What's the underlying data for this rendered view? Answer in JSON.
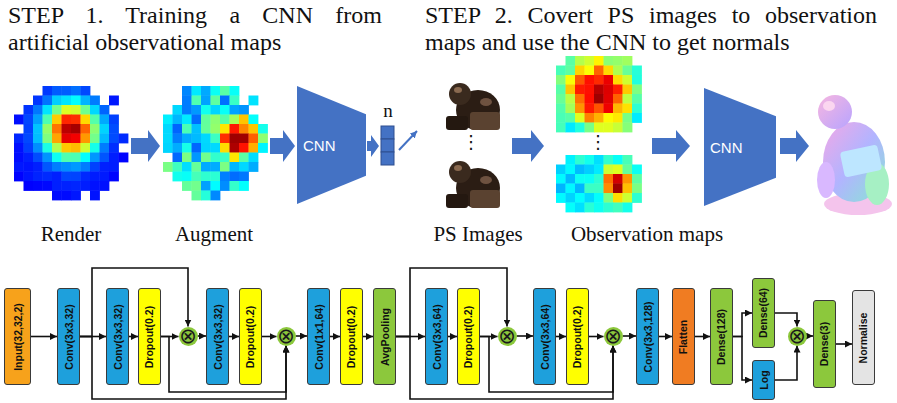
{
  "diagram": {
    "nodes": [
      {
        "text": [
          "CNN"
        ]
      },
      {
        "text": [
          "CNN"
        ]
      },
      {
        "text": [
          "Input(32,32,2)"
        ]
      },
      {
        "text": [
          "Conv(3x3,32)"
        ]
      },
      {
        "text": [
          "Conv(3x3,32)"
        ]
      },
      {
        "text": [
          "Dropout(0.2)"
        ]
      },
      {
        "text": [
          "⊗"
        ]
      },
      {
        "text": [
          "Conv(3x3,32)"
        ]
      },
      {
        "text": [
          "Dropout(0.2)"
        ]
      },
      {
        "text": [
          "⊗"
        ]
      },
      {
        "text": [
          "Conv(1x1,64)"
        ]
      },
      {
        "text": [
          "Dropout(0.2)"
        ]
      },
      {
        "text": [
          "AvgPooling"
        ]
      },
      {
        "text": [
          "Conv(3x3,64)"
        ]
      },
      {
        "text": [
          "Dropout(0.2)"
        ]
      },
      {
        "text": [
          "⊗"
        ]
      },
      {
        "text": [
          "Conv(3x3,64)"
        ]
      },
      {
        "text": [
          "Dropout(0.2)"
        ]
      },
      {
        "text": [
          "⊗"
        ]
      },
      {
        "text": [
          "Conv(3x3,128)"
        ]
      },
      {
        "text": [
          "Flatten"
        ]
      },
      {
        "text": [
          "Dense(128)"
        ]
      },
      {
        "text": [
          "Dense(64)"
        ]
      },
      {
        "text": [
          "Log"
        ]
      },
      {
        "text": [
          "⊗"
        ]
      },
      {
        "text": [
          "Dense(3)"
        ]
      },
      {
        "text": [
          "Normalise"
        ]
      }
    ],
    "edges": [
      {
        "from": 2,
        "to": 3,
        "arrow": "to"
      },
      {
        "from": 3,
        "to": 4,
        "arrow": "to"
      },
      {
        "from": 4,
        "to": 5,
        "arrow": "to"
      },
      {
        "from": 5,
        "to": 6,
        "arrow": "to"
      },
      {
        "from": 3,
        "to": 6,
        "arrow": "to"
      },
      {
        "from": 6,
        "to": 7,
        "arrow": "to"
      },
      {
        "from": 7,
        "to": 8,
        "arrow": "to"
      },
      {
        "from": 8,
        "to": 9,
        "arrow": "to"
      },
      {
        "from": 3,
        "to": 9,
        "arrow": "to"
      },
      {
        "from": 5,
        "to": 9,
        "arrow": "to"
      },
      {
        "from": 9,
        "to": 10,
        "arrow": "to"
      },
      {
        "from": 10,
        "to": 11,
        "arrow": "to"
      },
      {
        "from": 11,
        "to": 12,
        "arrow": "to"
      },
      {
        "from": 12,
        "to": 13,
        "arrow": "to"
      },
      {
        "from": 13,
        "to": 14,
        "arrow": "to"
      },
      {
        "from": 14,
        "to": 15,
        "arrow": "to"
      },
      {
        "from": 12,
        "to": 15,
        "arrow": "to"
      },
      {
        "from": 15,
        "to": 16,
        "arrow": "to"
      },
      {
        "from": 16,
        "to": 17,
        "arrow": "to"
      },
      {
        "from": 17,
        "to": 18,
        "arrow": "to"
      },
      {
        "from": 12,
        "to": 18,
        "arrow": "to"
      },
      {
        "from": 14,
        "to": 18,
        "arrow": "to"
      },
      {
        "from": 18,
        "to": 19,
        "arrow": "to"
      },
      {
        "from": 19,
        "to": 20,
        "arrow": "to"
      },
      {
        "from": 20,
        "to": 21,
        "arrow": "to"
      },
      {
        "from": 21,
        "to": 22,
        "arrow": "to"
      },
      {
        "from": 21,
        "to": 23,
        "arrow": "to"
      },
      {
        "from": 22,
        "to": 24,
        "arrow": "to"
      },
      {
        "from": 23,
        "to": 24,
        "arrow": "to"
      },
      {
        "from": 24,
        "to": 25,
        "arrow": "to"
      },
      {
        "from": 25,
        "to": 26,
        "arrow": "to"
      }
    ],
    "labels": [
      "STEP 1. Training a CNN from artificial observational maps",
      "STEP 2. Covert PS images to observation maps and use the CNN to get normals",
      "n",
      "⋮",
      "⋮",
      "Render",
      "Augment",
      "PS Images",
      "Observation maps"
    ]
  }
}
